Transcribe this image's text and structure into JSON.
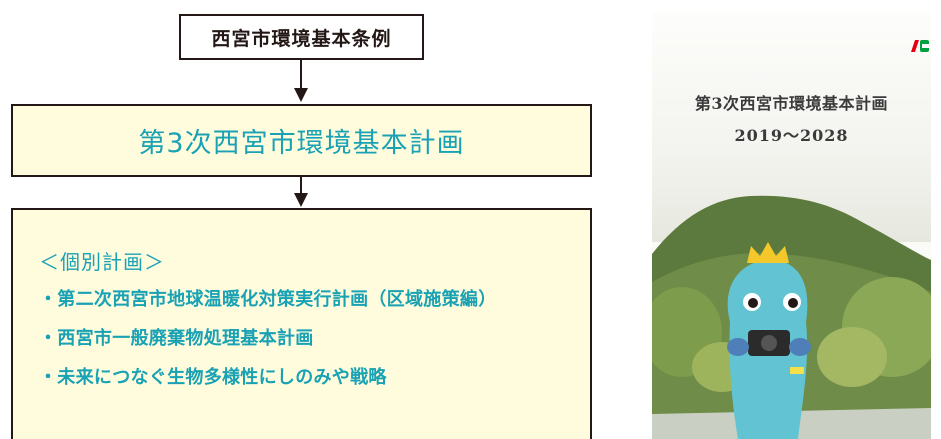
{
  "diagram": {
    "ordinance_label": "西宮市環境基本条例",
    "plan_label": "第3次西宮市環境基本計画",
    "individual": {
      "heading": "＜個別計画＞",
      "items": [
        "・第二次西宮市地球温暖化対策実行計画（区域施策編）",
        "・西宮市一般廃棄物処理基本計画",
        "・未来につなぐ生物多様性にしのみや戦略"
      ]
    },
    "colors": {
      "accent_text": "#19a1b4",
      "box_fill": "#fffcde",
      "border": "#231815"
    }
  },
  "cover": {
    "title": "第3次西宮市環境基本計画",
    "years": "2019〜2028"
  }
}
